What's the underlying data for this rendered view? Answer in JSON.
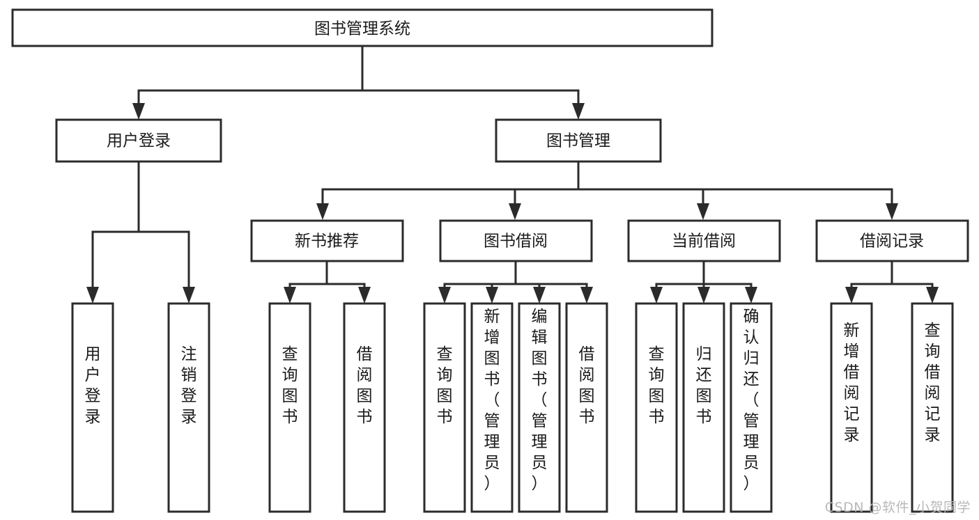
{
  "diagram": {
    "title": "图书管理系统",
    "type": "tree",
    "root": {
      "id": "root",
      "label": "图书管理系统"
    },
    "level2": [
      {
        "id": "user-login",
        "label": "用户登录"
      },
      {
        "id": "book-manage",
        "label": "图书管理"
      }
    ],
    "level3": [
      {
        "id": "new-book-rec",
        "label": "新书推荐"
      },
      {
        "id": "book-borrow",
        "label": "图书借阅"
      },
      {
        "id": "current-borrow",
        "label": "当前借阅"
      },
      {
        "id": "borrow-record",
        "label": "借阅记录"
      }
    ],
    "leaves": [
      {
        "id": "leaf-user-login",
        "label": "用户登录",
        "parent": "user-login"
      },
      {
        "id": "leaf-user-logout",
        "label": "注销登录",
        "parent": "user-login"
      },
      {
        "id": "leaf-query-book-1",
        "label": "查询图书",
        "parent": "new-book-rec"
      },
      {
        "id": "leaf-borrow-book-1",
        "label": "借阅图书",
        "parent": "new-book-rec"
      },
      {
        "id": "leaf-query-book-2",
        "label": "查询图书",
        "parent": "book-borrow"
      },
      {
        "id": "leaf-add-book",
        "label": "新增图书（管理员）",
        "parent": "book-borrow"
      },
      {
        "id": "leaf-edit-book",
        "label": "编辑图书（管理员）",
        "parent": "book-borrow"
      },
      {
        "id": "leaf-borrow-book-2",
        "label": "借阅图书",
        "parent": "book-borrow"
      },
      {
        "id": "leaf-query-book-3",
        "label": "查询图书",
        "parent": "current-borrow"
      },
      {
        "id": "leaf-return-book",
        "label": "归还图书",
        "parent": "current-borrow"
      },
      {
        "id": "leaf-confirm-return",
        "label": "确认归还（管理员）",
        "parent": "current-borrow"
      },
      {
        "id": "leaf-add-record",
        "label": "新增借阅记录",
        "parent": "borrow-record"
      },
      {
        "id": "leaf-query-record",
        "label": "查询借阅记录",
        "parent": "borrow-record"
      }
    ],
    "colors": {
      "box_stroke": "#2b2b2b",
      "box_fill": "#ffffff",
      "text": "#1a1a1a",
      "background": "#ffffff",
      "watermark": "#b9b9b9"
    }
  },
  "watermark": {
    "text": "CSDN @软件_小贺同学"
  }
}
